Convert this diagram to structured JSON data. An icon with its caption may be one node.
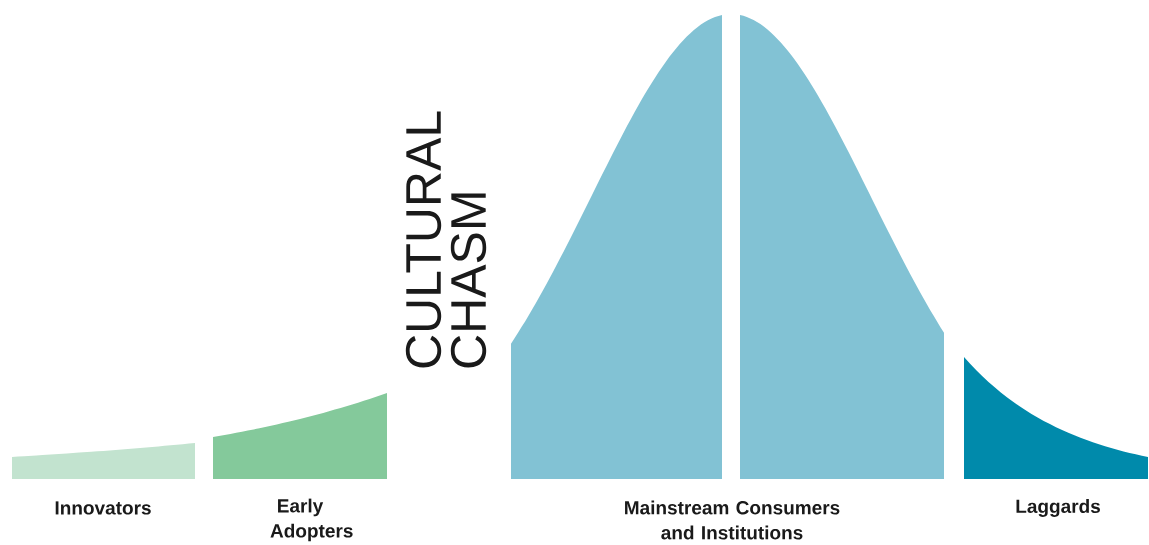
{
  "diagram": {
    "labels": [
      "Innovators",
      "Early Adopters",
      "CULTURAL CHASM",
      "Mainstream Consumers and Institutions",
      "Laggards"
    ]
  }
}
